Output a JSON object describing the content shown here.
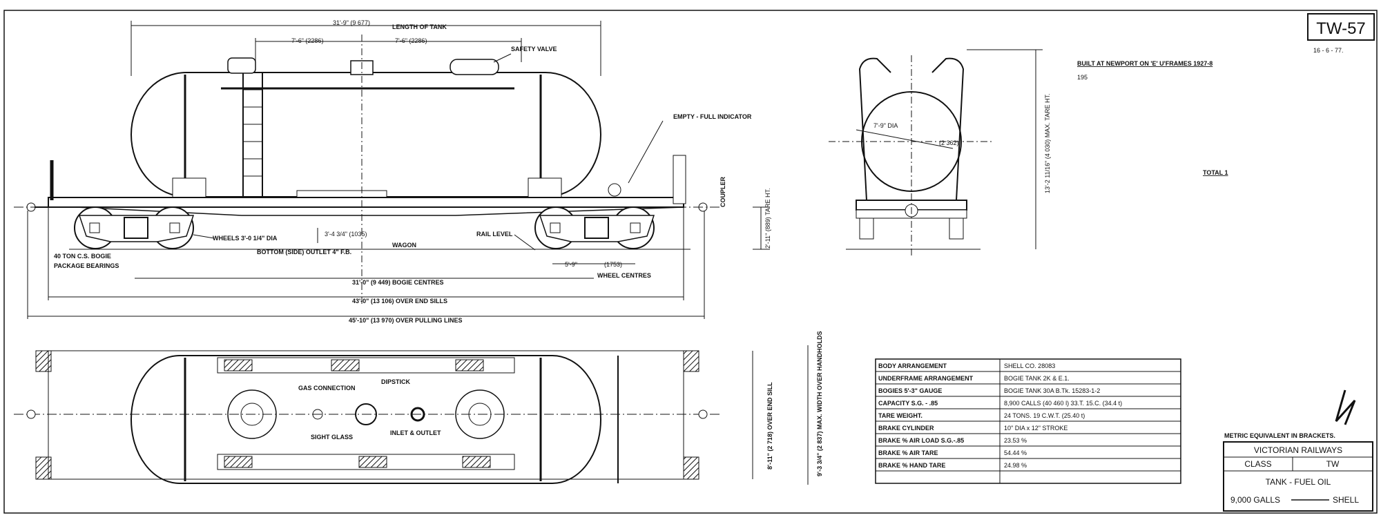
{
  "drawing": {
    "number": "TW-57",
    "date": "16 - 6 - 77.",
    "built_note": "BUILT AT NEWPORT ON 'E' U'FRAMES 1927-8",
    "built_number": "195",
    "total": "TOTAL 1",
    "metric_note": "METRIC EQUIVALENT IN BRACKETS."
  },
  "side_view": {
    "length_of_tank": "31'-9\" (9 677)",
    "length_of_tank_label": "LENGTH OF TANK",
    "half_left": "7'-6\" (2286)",
    "half_right": "7'-6\" (2286)",
    "safety_valve": "SAFETY VALVE",
    "empty_full": "EMPTY - FULL INDICATOR",
    "coupler": "COUPLER",
    "tare_height": "2'-11\" (889) TARE HT.",
    "wheels": "WHEELS 3'-0 1/4\" DIA",
    "bogie": "40 TON C.S. BOGIE",
    "bearings": "PACKAGE BEARINGS",
    "outlet": "BOTTOM (SIDE) OUTLET 4\" F.B.",
    "drop": "3'-4 3/4\" (1035)",
    "wagon": "WAGON",
    "rail_level": "RAIL LEVEL",
    "wheel_base": "5'-9\"",
    "wheel_base_metric": "(1753)",
    "wheel_centres": "WHEEL CENTRES",
    "bogie_centres": "31'-0\" (9 449) BOGIE CENTRES",
    "end_sills": "43'-0\" (13 106) OVER END SILLS",
    "pulling_lines": "45'-10\" (13 970) OVER PULLING LINES"
  },
  "end_view": {
    "dia": "7'-9\" DIA",
    "dia_metric": "(2 362)",
    "max_tare": "13'-2 11/16\" (4 030) MAX. TARE HT."
  },
  "plan_view": {
    "gas_connection": "GAS CONNECTION",
    "dipstick": "DIPSTICK",
    "sight_glass": "SIGHT GLASS",
    "inlet_outlet": "INLET & OUTLET",
    "end_sill_width": "8'-11\" (2 718) OVER END SILL",
    "max_width": "9'-3 3/4\" (2 837) MAX. WIDTH OVER HANDHOLDS"
  },
  "spec_table": [
    {
      "label": "BODY ARRANGEMENT",
      "value": "SHELL CO. 28083"
    },
    {
      "label": "UNDERFRAME ARRANGEMENT",
      "value": "BOGIE TANK 2K & E.1."
    },
    {
      "label": "BOGIES 5'-3\" GAUGE",
      "value": "BOGIE TANK 30A B.Tk. 15283-1-2"
    },
    {
      "label": "CAPACITY S.G. - .85",
      "value": "8,900 CALLS (40 460 l) 33.T. 15.C. (34.4 t)"
    },
    {
      "label": "TARE WEIGHT.",
      "value": "24 TONS. 19 C.W.T. (25.40 t)"
    },
    {
      "label": "BRAKE CYLINDER",
      "value": "10\" DIA x 12\" STROKE"
    },
    {
      "label": "BRAKE % AIR LOAD S.G.-.85",
      "value": "23.53 %"
    },
    {
      "label": "BRAKE % AIR TARE",
      "value": "54.44 %"
    },
    {
      "label": "BRAKE % HAND TARE",
      "value": "24.98 %"
    },
    {
      "label": "",
      "value": ""
    }
  ],
  "title_block": {
    "railway": "VICTORIAN RAILWAYS",
    "class_label": "CLASS",
    "class_value": "TW",
    "type": "TANK - FUEL OIL",
    "capacity": "9,000 GALLS",
    "owner": "SHELL"
  }
}
